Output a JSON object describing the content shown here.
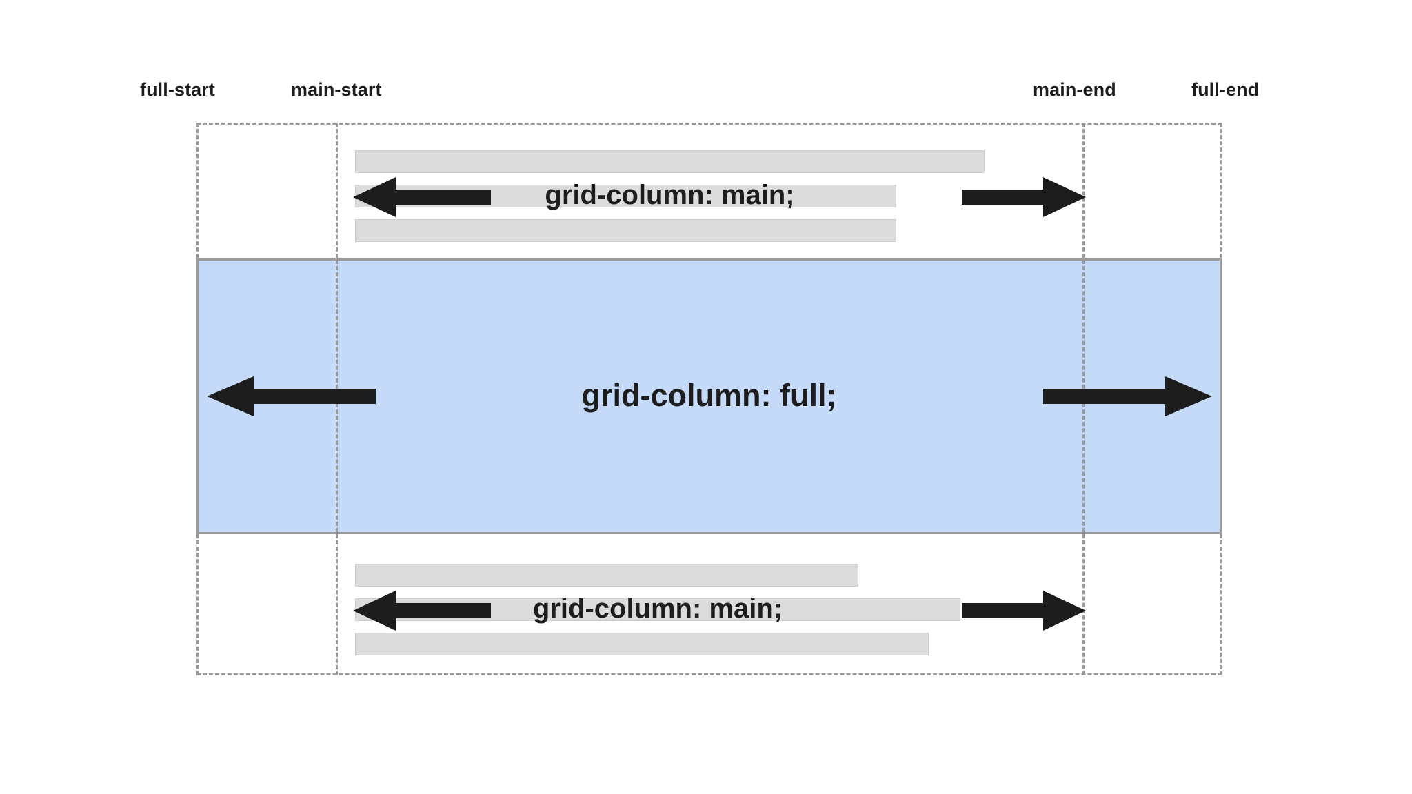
{
  "diagram": {
    "title": "CSS Grid named column lines diagram",
    "colors": {
      "full_band_fill": "#c5daf8",
      "line_gray": "#9a9a9a",
      "text_bar_gray": "#dcdcdc",
      "ink": "#1d1d1d"
    },
    "column_labels": [
      {
        "name": "full-start",
        "text": "full-start"
      },
      {
        "name": "main-start",
        "text": "main-start"
      },
      {
        "name": "main-end",
        "text": "main-end"
      },
      {
        "name": "full-end",
        "text": "full-end"
      }
    ],
    "rows": [
      {
        "id": "top",
        "caption": "grid-column: main;",
        "arrow_left": "left-arrow",
        "arrow_right": "right-arrow",
        "text_bars": 3
      },
      {
        "id": "full",
        "caption": "grid-column: full;",
        "arrow_left": "left-arrow",
        "arrow_right": "right-arrow",
        "text_bars": 0
      },
      {
        "id": "bottom",
        "caption": "grid-column: main;",
        "arrow_left": "left-arrow",
        "arrow_right": "right-arrow",
        "text_bars": 3
      }
    ]
  }
}
